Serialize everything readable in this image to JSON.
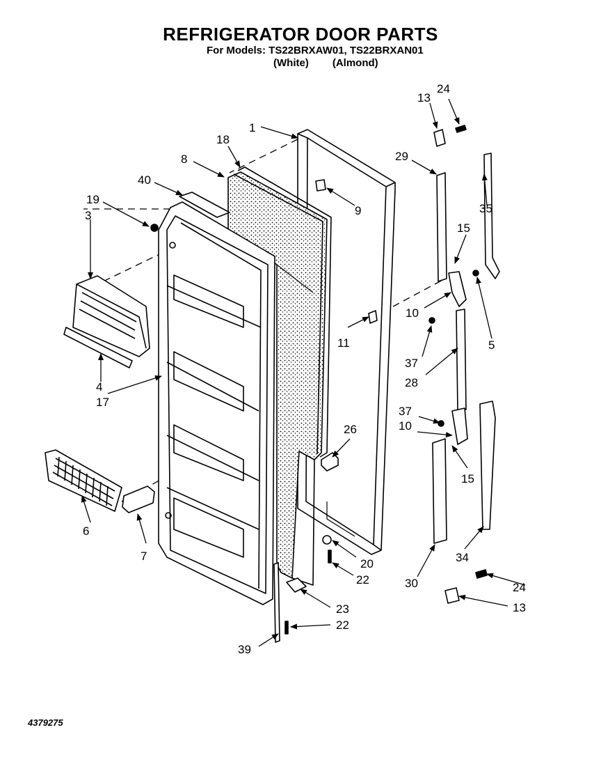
{
  "title": "REFRIGERATOR DOOR PARTS",
  "models_line": "For Models: TS22BRXAW01, TS22BRXAN01",
  "color_white": "(White)",
  "color_almond": "(Almond)",
  "drawing_number": "4379275",
  "callouts": [
    {
      "id": "c1",
      "text": "1"
    },
    {
      "id": "c18",
      "text": "18"
    },
    {
      "id": "c8",
      "text": "8"
    },
    {
      "id": "c40",
      "text": "40"
    },
    {
      "id": "c19",
      "text": "19"
    },
    {
      "id": "c3",
      "text": "3"
    },
    {
      "id": "c9",
      "text": "9"
    },
    {
      "id": "c13a",
      "text": "13"
    },
    {
      "id": "c24a",
      "text": "24"
    },
    {
      "id": "c29",
      "text": "29"
    },
    {
      "id": "c35",
      "text": "35"
    },
    {
      "id": "c15a",
      "text": "15"
    },
    {
      "id": "c10a",
      "text": "10"
    },
    {
      "id": "c5",
      "text": "5"
    },
    {
      "id": "c11",
      "text": "11"
    },
    {
      "id": "c37a",
      "text": "37"
    },
    {
      "id": "c28",
      "text": "28"
    },
    {
      "id": "c4",
      "text": "4"
    },
    {
      "id": "c17",
      "text": "17"
    },
    {
      "id": "c26",
      "text": "26"
    },
    {
      "id": "c37b",
      "text": "37"
    },
    {
      "id": "c10b",
      "text": "10"
    },
    {
      "id": "c15b",
      "text": "15"
    },
    {
      "id": "c6",
      "text": "6"
    },
    {
      "id": "c7",
      "text": "7"
    },
    {
      "id": "c20",
      "text": "20"
    },
    {
      "id": "c22a",
      "text": "22"
    },
    {
      "id": "c34",
      "text": "34"
    },
    {
      "id": "c30",
      "text": "30"
    },
    {
      "id": "c24b",
      "text": "24"
    },
    {
      "id": "c13b",
      "text": "13"
    },
    {
      "id": "c23",
      "text": "23"
    },
    {
      "id": "c22b",
      "text": "22"
    },
    {
      "id": "c39",
      "text": "39"
    }
  ]
}
